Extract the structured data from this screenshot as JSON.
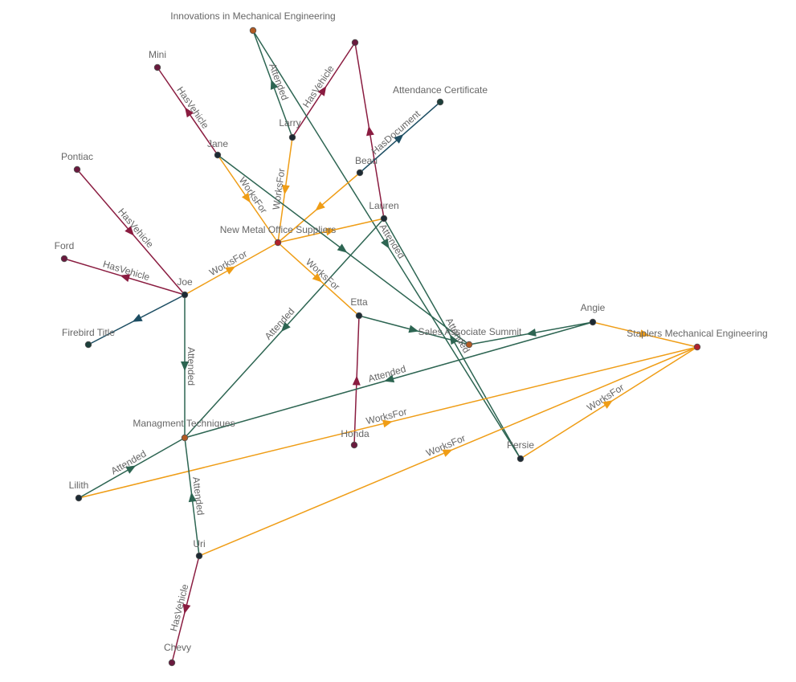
{
  "colors": {
    "person": "#1c2a33",
    "vehicle": "#6a1a3e",
    "event": "#b25a22",
    "organization": "#b0222c",
    "document": "#1c3f3a",
    "attended": "#2d6552",
    "worksfor": "#ef9d16",
    "hasvehicle": "#8a1c40",
    "hasdocument": "#1d4e63"
  },
  "nodes": [
    {
      "id": "innovations",
      "label": "Innovations in Mechanical Engineering",
      "kind": "event"
    },
    {
      "id": "mini",
      "label": "Mini",
      "kind": "vehicle"
    },
    {
      "id": "v_top",
      "label": "",
      "kind": "vehicle"
    },
    {
      "id": "attcert",
      "label": "Attendance Certificate",
      "kind": "document"
    },
    {
      "id": "larry",
      "label": "Larry",
      "kind": "person"
    },
    {
      "id": "jane",
      "label": "Jane",
      "kind": "person"
    },
    {
      "id": "pontiac",
      "label": "Pontiac",
      "kind": "vehicle"
    },
    {
      "id": "beau",
      "label": "Beau",
      "kind": "person"
    },
    {
      "id": "lauren",
      "label": "Lauren",
      "kind": "person"
    },
    {
      "id": "nmos",
      "label": "New Metal Office Suppliers",
      "kind": "organization"
    },
    {
      "id": "ford",
      "label": "Ford",
      "kind": "vehicle"
    },
    {
      "id": "joe",
      "label": "Joe",
      "kind": "person"
    },
    {
      "id": "etta",
      "label": "Etta",
      "kind": "person"
    },
    {
      "id": "angie",
      "label": "Angie",
      "kind": "person"
    },
    {
      "id": "firebird",
      "label": "Firebird Title",
      "kind": "document"
    },
    {
      "id": "sas",
      "label": "Sales Associate Summit",
      "kind": "event"
    },
    {
      "id": "sme",
      "label": "Staplers Mechanical Engineering",
      "kind": "organization"
    },
    {
      "id": "mt",
      "label": "Managment Techniques",
      "kind": "event"
    },
    {
      "id": "honda",
      "label": "Honda",
      "kind": "vehicle"
    },
    {
      "id": "persie",
      "label": "Persie",
      "kind": "person"
    },
    {
      "id": "lilith",
      "label": "Lilith",
      "kind": "person"
    },
    {
      "id": "uri",
      "label": "Uri",
      "kind": "person"
    },
    {
      "id": "chevy",
      "label": "Chevy",
      "kind": "vehicle"
    }
  ],
  "edges": [
    {
      "from": "jane",
      "to": "mini",
      "label": "HasVehicle",
      "type": "hasvehicle"
    },
    {
      "from": "larry",
      "to": "v_top",
      "label": "HasVehicle",
      "type": "hasvehicle"
    },
    {
      "from": "lauren",
      "to": "v_top",
      "label": "",
      "type": "hasvehicle"
    },
    {
      "from": "beau",
      "to": "attcert",
      "label": "HasDocument",
      "type": "hasdocument"
    },
    {
      "from": "larry",
      "to": "innovations",
      "label": "Attended",
      "type": "attended"
    },
    {
      "from": "innovations",
      "to": "persie",
      "label": "Attended",
      "type": "attended"
    },
    {
      "from": "jane",
      "to": "nmos",
      "label": "WorksFor",
      "type": "worksfor"
    },
    {
      "from": "larry",
      "to": "nmos",
      "label": "WorksFor",
      "type": "worksfor"
    },
    {
      "from": "beau",
      "to": "nmos",
      "label": "",
      "type": "worksfor"
    },
    {
      "from": "nmos",
      "to": "lauren",
      "label": "",
      "type": "worksfor"
    },
    {
      "from": "jane",
      "to": "sas",
      "label": "",
      "type": "attended"
    },
    {
      "from": "persie",
      "to": "lauren",
      "label": "Attended",
      "type": "attended"
    },
    {
      "from": "lauren",
      "to": "mt",
      "label": "Attended",
      "type": "attended"
    },
    {
      "from": "pontiac",
      "to": "joe",
      "label": "HasVehicle",
      "type": "hasvehicle"
    },
    {
      "from": "joe",
      "to": "ford",
      "label": "HasVehicle",
      "type": "hasvehicle"
    },
    {
      "from": "joe",
      "to": "nmos",
      "label": "WorksFor",
      "type": "worksfor"
    },
    {
      "from": "joe",
      "to": "firebird",
      "label": "",
      "type": "hasdocument"
    },
    {
      "from": "joe",
      "to": "mt",
      "label": "Attended",
      "type": "attended"
    },
    {
      "from": "nmos",
      "to": "etta",
      "label": "WorksFor",
      "type": "worksfor"
    },
    {
      "from": "etta",
      "to": "sas",
      "label": "",
      "type": "attended"
    },
    {
      "from": "honda",
      "to": "etta",
      "label": "",
      "type": "hasvehicle"
    },
    {
      "from": "angie",
      "to": "sas",
      "label": "",
      "type": "attended"
    },
    {
      "from": "angie",
      "to": "sme",
      "label": "",
      "type": "worksfor"
    },
    {
      "from": "angie",
      "to": "mt",
      "label": "Attended",
      "type": "attended"
    },
    {
      "from": "lilith",
      "to": "sme",
      "label": "WorksFor",
      "type": "worksfor"
    },
    {
      "from": "lilith",
      "to": "mt",
      "label": "Attended",
      "type": "attended"
    },
    {
      "from": "uri",
      "to": "mt",
      "label": "Attended",
      "type": "attended"
    },
    {
      "from": "uri",
      "to": "sme",
      "label": "WorksFor",
      "type": "worksfor"
    },
    {
      "from": "uri",
      "to": "chevy",
      "label": "HasVehicle",
      "type": "hasvehicle"
    },
    {
      "from": "persie",
      "to": "sme",
      "label": "WorksFor",
      "type": "worksfor"
    }
  ]
}
